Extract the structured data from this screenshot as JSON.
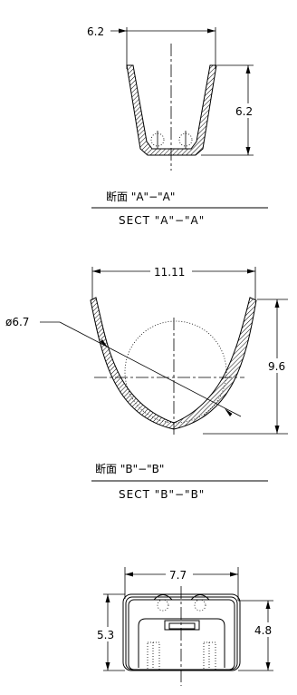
{
  "section_a": {
    "dim_width": "6.2",
    "dim_height": "6.2",
    "caption_jp": "断面 \"A\"−\"A\"",
    "caption_en": "SECT \"A\"−\"A\""
  },
  "section_b": {
    "dim_width": "11.11",
    "dim_diameter": "ø6.7",
    "dim_height": "9.6",
    "caption_jp": "断面 \"B\"−\"B\"",
    "caption_en": "SECT \"B\"−\"B\""
  },
  "end_view": {
    "dim_width": "7.7",
    "dim_height_left": "5.3",
    "dim_height_right": "4.8"
  }
}
